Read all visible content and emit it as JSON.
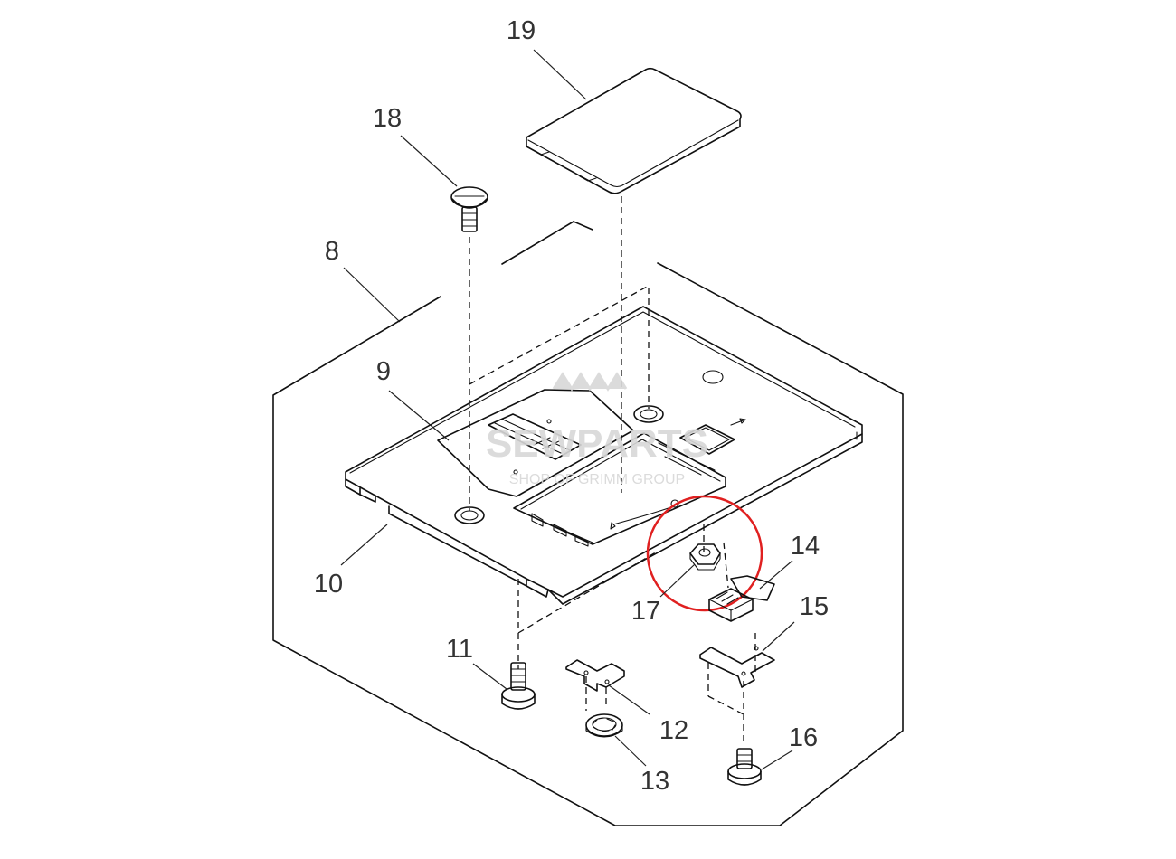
{
  "diagram": {
    "labels": {
      "p8": "8",
      "p9": "9",
      "p10": "10",
      "p11": "11",
      "p12": "12",
      "p13": "13",
      "p14": "14",
      "p15": "15",
      "p16": "16",
      "p17": "17",
      "p18": "18",
      "p19": "19"
    },
    "watermark": {
      "line1": "SEWPARTS",
      "line2": "SHOP OF GRIMM GROUP"
    },
    "colors": {
      "line": "#111111",
      "label": "#333333",
      "highlight_circle": "#e02020",
      "watermark": "#d8d8d8"
    },
    "highlighted_part": "17"
  }
}
